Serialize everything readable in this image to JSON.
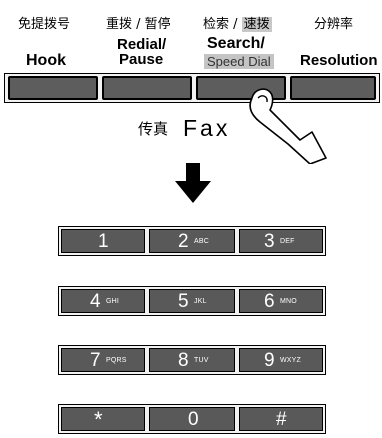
{
  "function_keys": [
    {
      "id": "hook",
      "cn": "免提拨号",
      "en_line1": "Hook"
    },
    {
      "id": "redial",
      "cn": "重拨 / 暂停",
      "en_line1": "Redial/",
      "en_line2": "Pause"
    },
    {
      "id": "search",
      "cn_prefix": "检索 / ",
      "cn_highlight": "速拨",
      "en_line1": "Search/",
      "en_line2": "Speed Dial"
    },
    {
      "id": "resolution",
      "cn": "分辨率",
      "en_line1": "Resolution"
    }
  ],
  "fax_label": {
    "cn": "传真",
    "en": "Fax"
  },
  "dial_rows": [
    [
      {
        "digit": "1",
        "letters": ""
      },
      {
        "digit": "2",
        "letters": "ABC"
      },
      {
        "digit": "3",
        "letters": "DEF"
      }
    ],
    [
      {
        "digit": "4",
        "letters": "GHI"
      },
      {
        "digit": "5",
        "letters": "JKL"
      },
      {
        "digit": "6",
        "letters": "MNO"
      }
    ],
    [
      {
        "digit": "7",
        "letters": "PQRS"
      },
      {
        "digit": "8",
        "letters": "TUV"
      },
      {
        "digit": "9",
        "letters": "WXYZ"
      }
    ],
    [
      {
        "digit": "*",
        "letters": ""
      },
      {
        "digit": "0",
        "letters": ""
      },
      {
        "digit": "#",
        "letters": ""
      }
    ]
  ]
}
